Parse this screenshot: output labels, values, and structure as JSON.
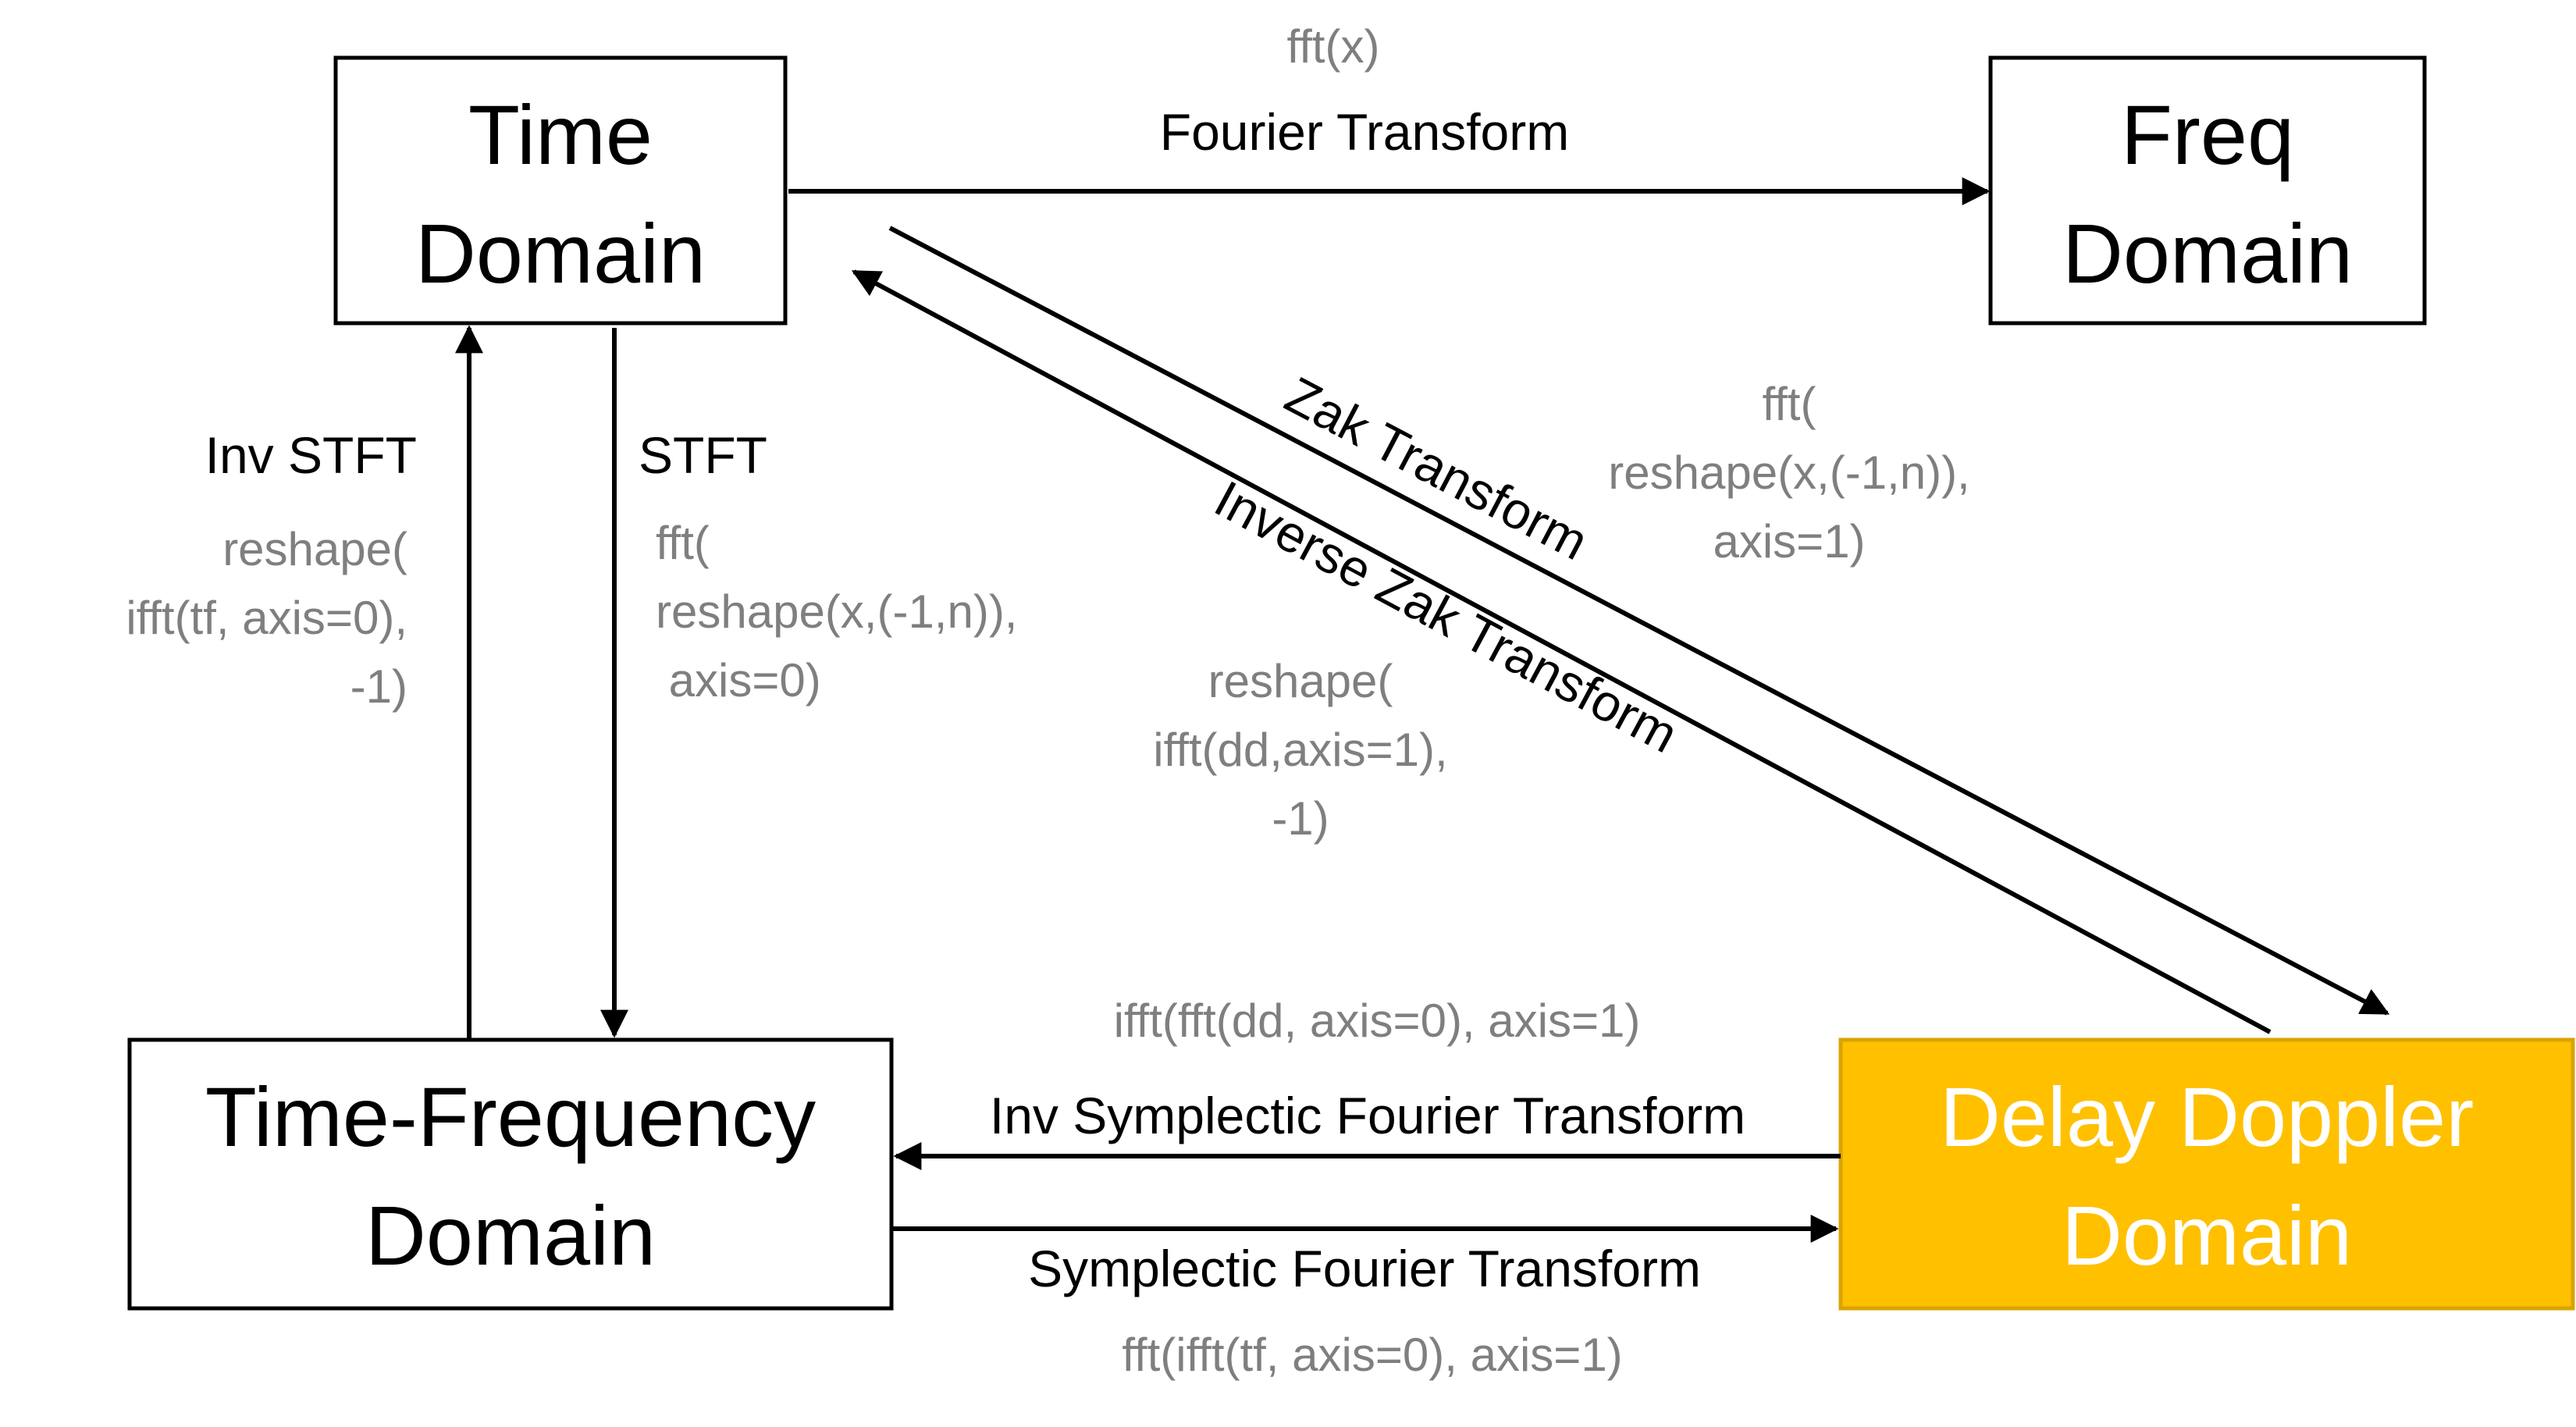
{
  "nodes": {
    "time": {
      "lines": [
        "Time",
        "Domain"
      ]
    },
    "freq": {
      "lines": [
        "Freq",
        "Domain"
      ]
    },
    "time_frequency": {
      "lines": [
        "Time-Frequency",
        "Domain"
      ]
    },
    "delay_doppler": {
      "lines": [
        "Delay Doppler",
        "Domain"
      ]
    }
  },
  "edges": {
    "fourier": {
      "label": "Fourier Transform",
      "code": [
        "fft(x)"
      ]
    },
    "zak": {
      "label": "Zak Transform",
      "code": [
        "fft(",
        "reshape(x,(-1,n)),",
        "axis=1)"
      ]
    },
    "inverse_zak": {
      "label": "Inverse Zak Transform",
      "code": [
        "reshape(",
        "ifft(dd,axis=1),",
        "-1)"
      ]
    },
    "stft": {
      "label": "STFT",
      "code": [
        "fft(",
        "reshape(x,(-1,n)),",
        " axis=0)"
      ]
    },
    "inv_stft": {
      "label": "Inv STFT",
      "code": [
        "reshape(",
        "ifft(tf, axis=0),",
        "-1)"
      ]
    },
    "inv_sfft": {
      "label": "Inv Symplectic Fourier Transform",
      "code": [
        "ifft(fft(dd, axis=0), axis=1)"
      ]
    },
    "sfft": {
      "label": "Symplectic Fourier Transform",
      "code": [
        "fft(ifft(tf, axis=0), axis=1)"
      ]
    }
  },
  "colors": {
    "accent_fill": "#ffc000",
    "accent_stroke": "#d9a300",
    "code_text": "#7f7f7f",
    "line": "#000000"
  }
}
